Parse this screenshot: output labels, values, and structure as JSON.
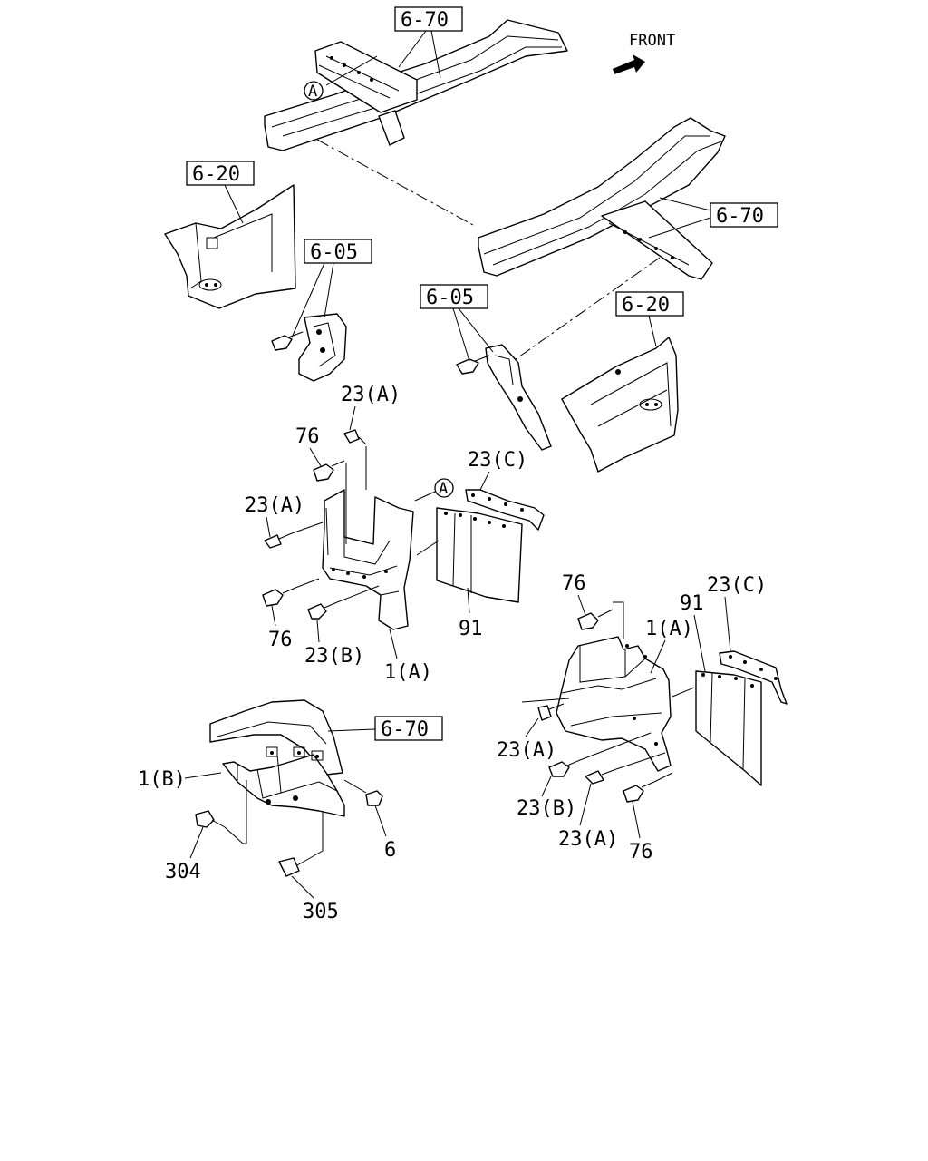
{
  "direction": {
    "label": "FRONT"
  },
  "boxed_refs": {
    "r1": "6-70",
    "r2": "6-20",
    "r3": "6-05",
    "r4": "6-70",
    "r5": "6-05",
    "r6": "6-20",
    "r7": "6-70"
  },
  "circle_refs": {
    "c1": "A",
    "c2": "A"
  },
  "callouts": {
    "l23a_1": "23(A)",
    "l76_1": "76",
    "l23a_2": "23(A)",
    "l23c_1": "23(C)",
    "l76_2": "76",
    "l23b_1": "23(B)",
    "l1a_1": "1(A)",
    "l91_1": "91",
    "l76_3": "76",
    "l23c_2": "23(C)",
    "l91_2": "91",
    "l1a_2": "1(A)",
    "l23a_3": "23(A)",
    "l23b_2": "23(B)",
    "l23a_4": "23(A)",
    "l76_4": "76",
    "l1b": "1(B)",
    "l6": "6",
    "l304": "304",
    "l305": "305"
  }
}
